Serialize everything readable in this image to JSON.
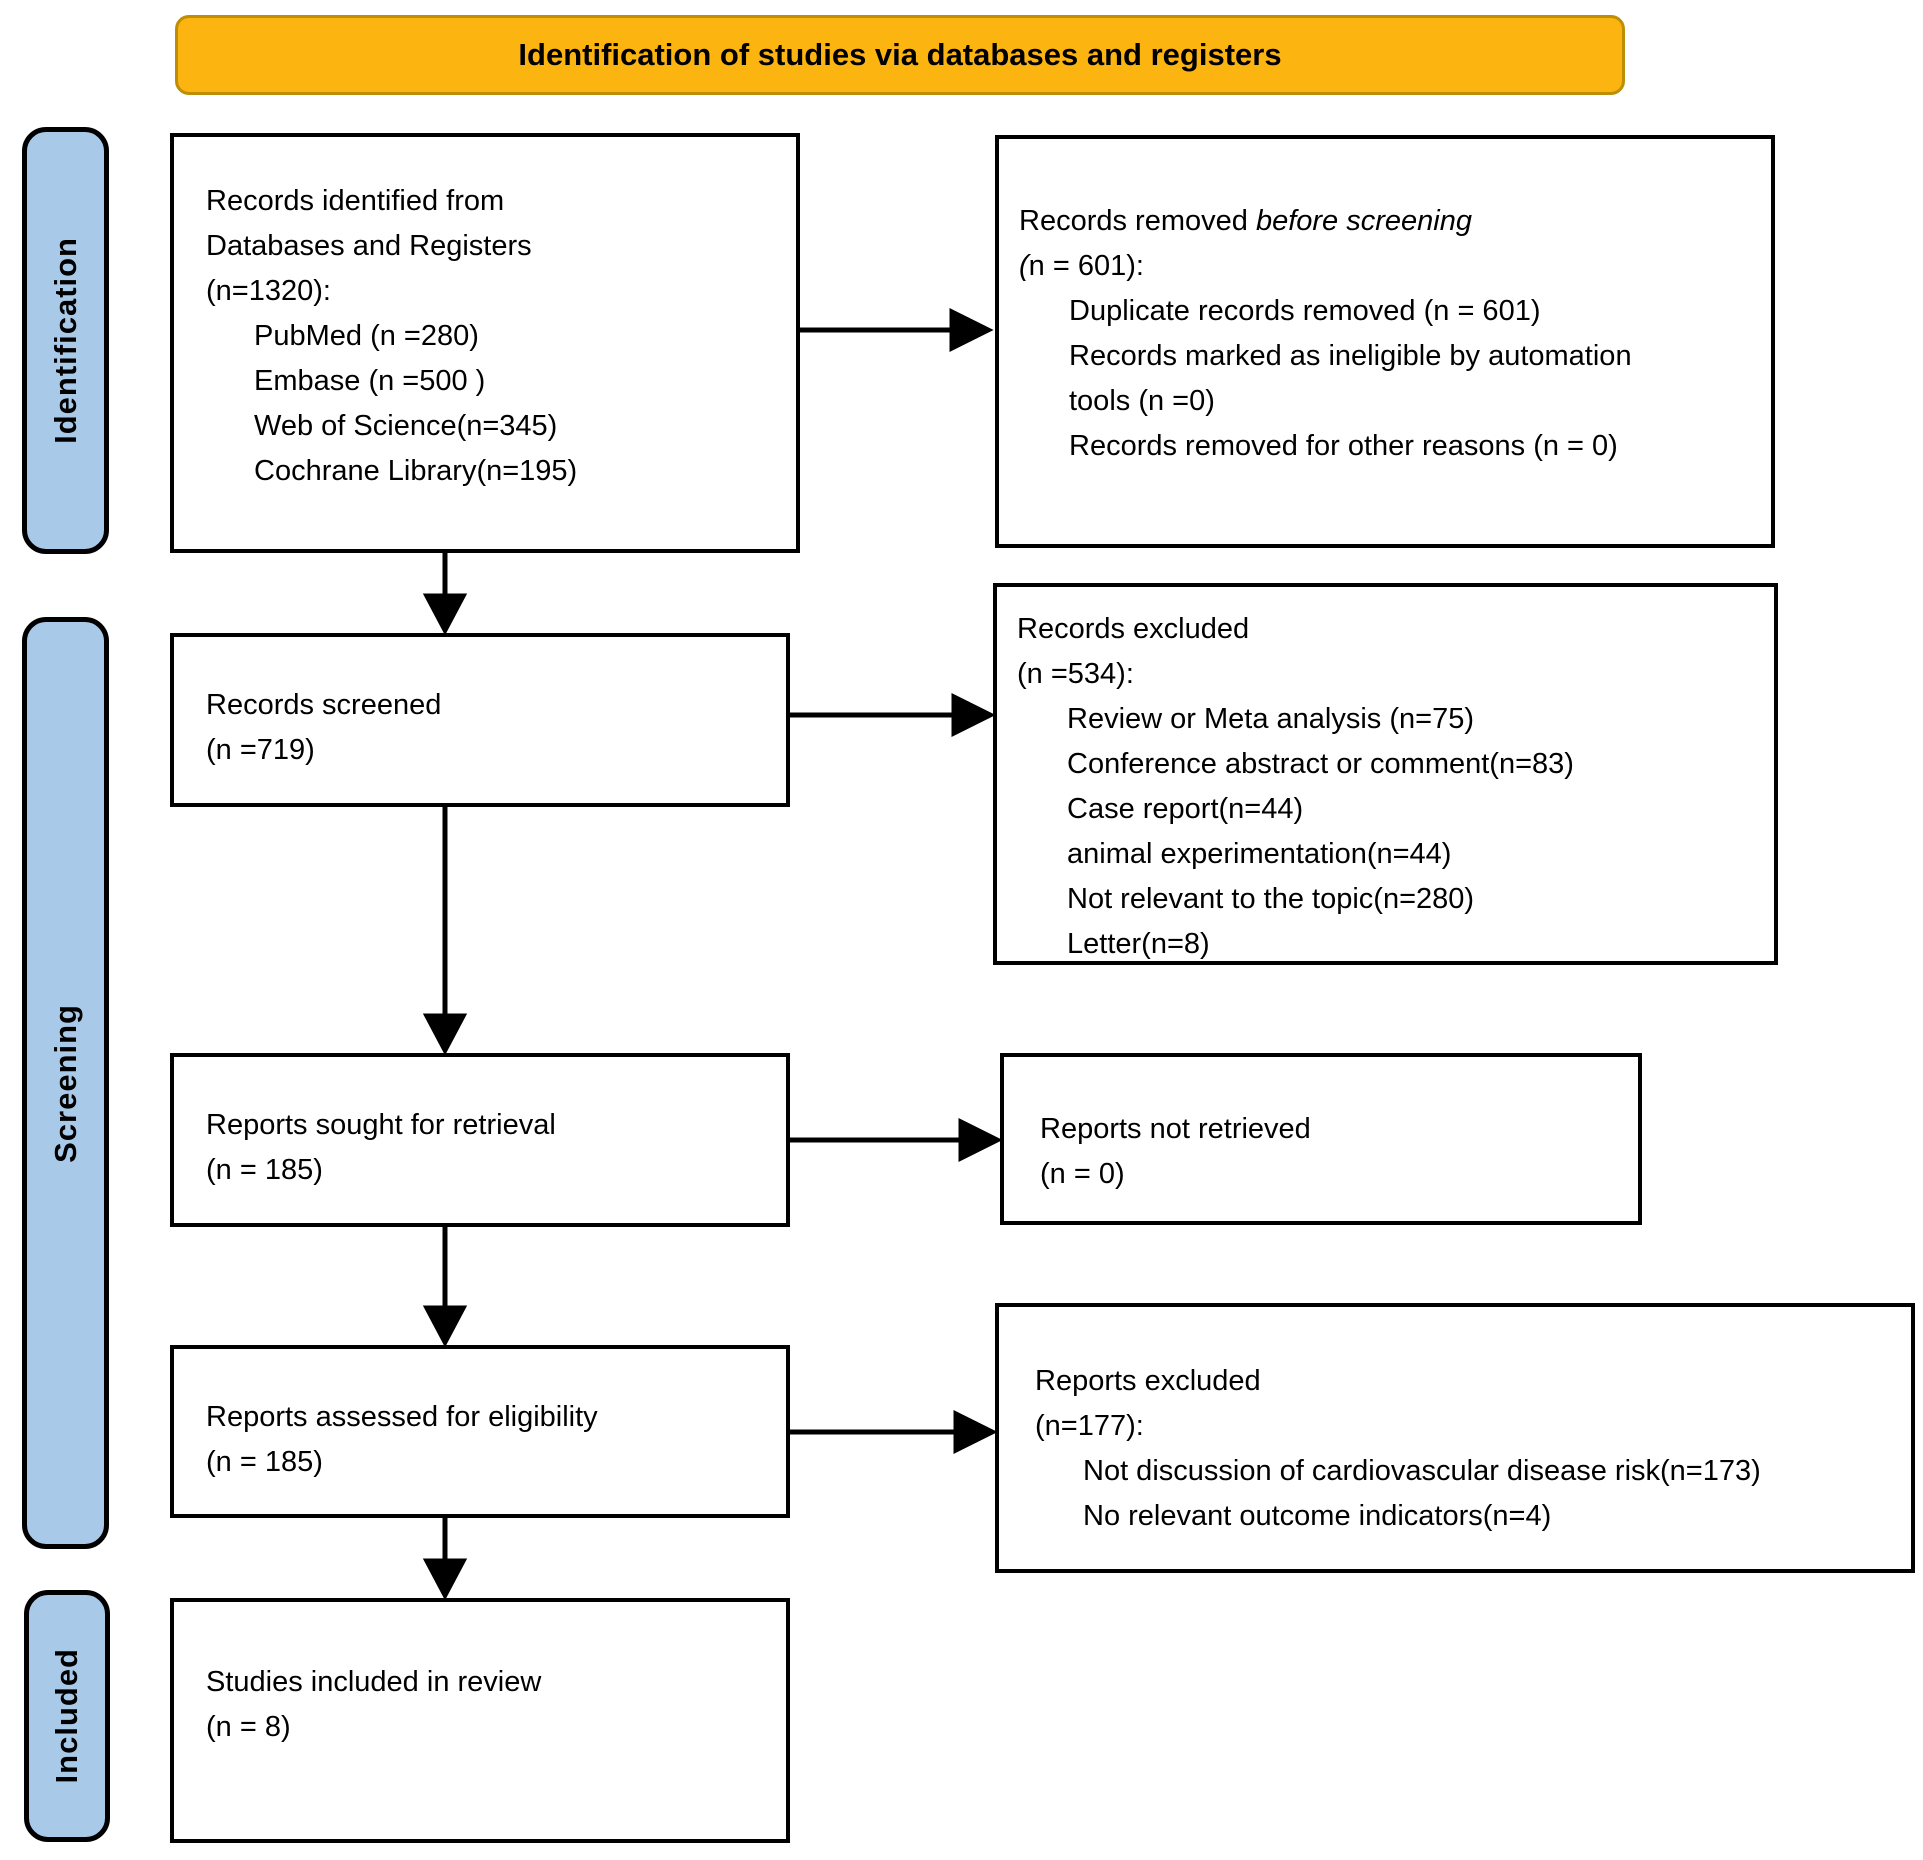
{
  "banner": {
    "title": "Identification of studies via databases and registers"
  },
  "sidebar": {
    "identification": "Identification",
    "screening": "Screening",
    "included": "Included"
  },
  "boxes": {
    "records_identified": {
      "lines": [
        "Records identified from",
        "Databases and Registers",
        "(n=1320):"
      ],
      "items": [
        "PubMed (n =280)",
        "Embase (n =500 )",
        "Web of Science(n=345)",
        "Cochrane Library(n=195)"
      ]
    },
    "records_removed": {
      "title_normal": "Records removed ",
      "title_italic": "before screening",
      "count_prefix_italic": "(",
      "count_rest": "n = 601):",
      "items": [
        "Duplicate records removed (n = 601)",
        "Records marked as ineligible by automation",
        "tools (n =0)",
        "Records removed for other reasons (n = 0)"
      ]
    },
    "records_screened": {
      "lines": [
        "Records screened",
        "(n =719)"
      ]
    },
    "records_excluded": {
      "lines": [
        "Records excluded",
        "(n =534):"
      ],
      "items": [
        "Review or Meta analysis (n=75)",
        "Conference abstract or comment(n=83)",
        "Case report(n=44)",
        "animal experimentation(n=44)",
        "Not relevant to the topic(n=280)",
        "Letter(n=8)"
      ]
    },
    "reports_sought": {
      "lines": [
        "Reports sought for retrieval",
        "(n = 185)"
      ]
    },
    "reports_not_retrieved": {
      "lines": [
        "Reports not retrieved",
        "(n = 0)"
      ]
    },
    "reports_assessed": {
      "lines": [
        "Reports assessed for eligibility",
        "(n = 185)"
      ]
    },
    "reports_excluded": {
      "lines": [
        "Reports excluded",
        "(n=177):"
      ],
      "items": [
        "Not discussion of cardiovascular disease risk(n=173)",
        "No relevant outcome indicators(n=4)"
      ]
    },
    "studies_included": {
      "lines": [
        "Studies included in review",
        "(n = 8)"
      ]
    }
  },
  "colors": {
    "banner_fill": "#FBB410",
    "banner_border": "#BE8F06",
    "sidebar_fill": "#A9C9E9",
    "box_border": "#000000",
    "arrow": "#000000"
  }
}
